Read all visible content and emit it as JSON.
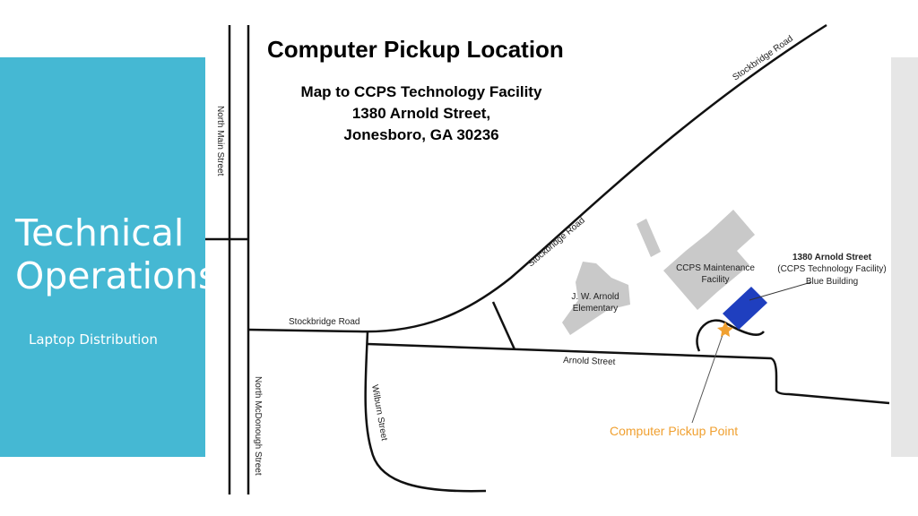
{
  "slide": {
    "title_line1": "Technical",
    "title_line2": "Operations",
    "subtitle": "Laptop Distribution"
  },
  "map": {
    "title": "Computer Pickup Location",
    "subtitle_lines": [
      "Map to CCPS Technology Facility",
      "1380 Arnold Street,",
      "Jonesboro, GA 30236"
    ],
    "streets": {
      "north_main": "North Main Street",
      "stockbridge_upper": "Stockbridge Road",
      "stockbridge_middle": "Stockbridge Road",
      "stockbridge_lower": "Stockbridge Road",
      "north_mcdonough": "North McDonough Street",
      "wilburn": "Wilburn Street",
      "arnold": "Arnold Street"
    },
    "buildings": {
      "elementary_line1": "J. W. Arnold",
      "elementary_line2": "Elementary",
      "maintenance_line1": "CCPS Maintenance",
      "maintenance_line2": "Facility"
    },
    "callout": {
      "line1": "1380 Arnold Street",
      "line2": "(CCPS Technology Facility)",
      "line3": "Blue Building"
    },
    "pickup_label": "Computer Pickup Point",
    "colors": {
      "panel": "#45b8d3",
      "building": "#c9c9c9",
      "tech_building": "#1f3fbf",
      "pickup": "#f0a030",
      "road": "#111111"
    }
  }
}
